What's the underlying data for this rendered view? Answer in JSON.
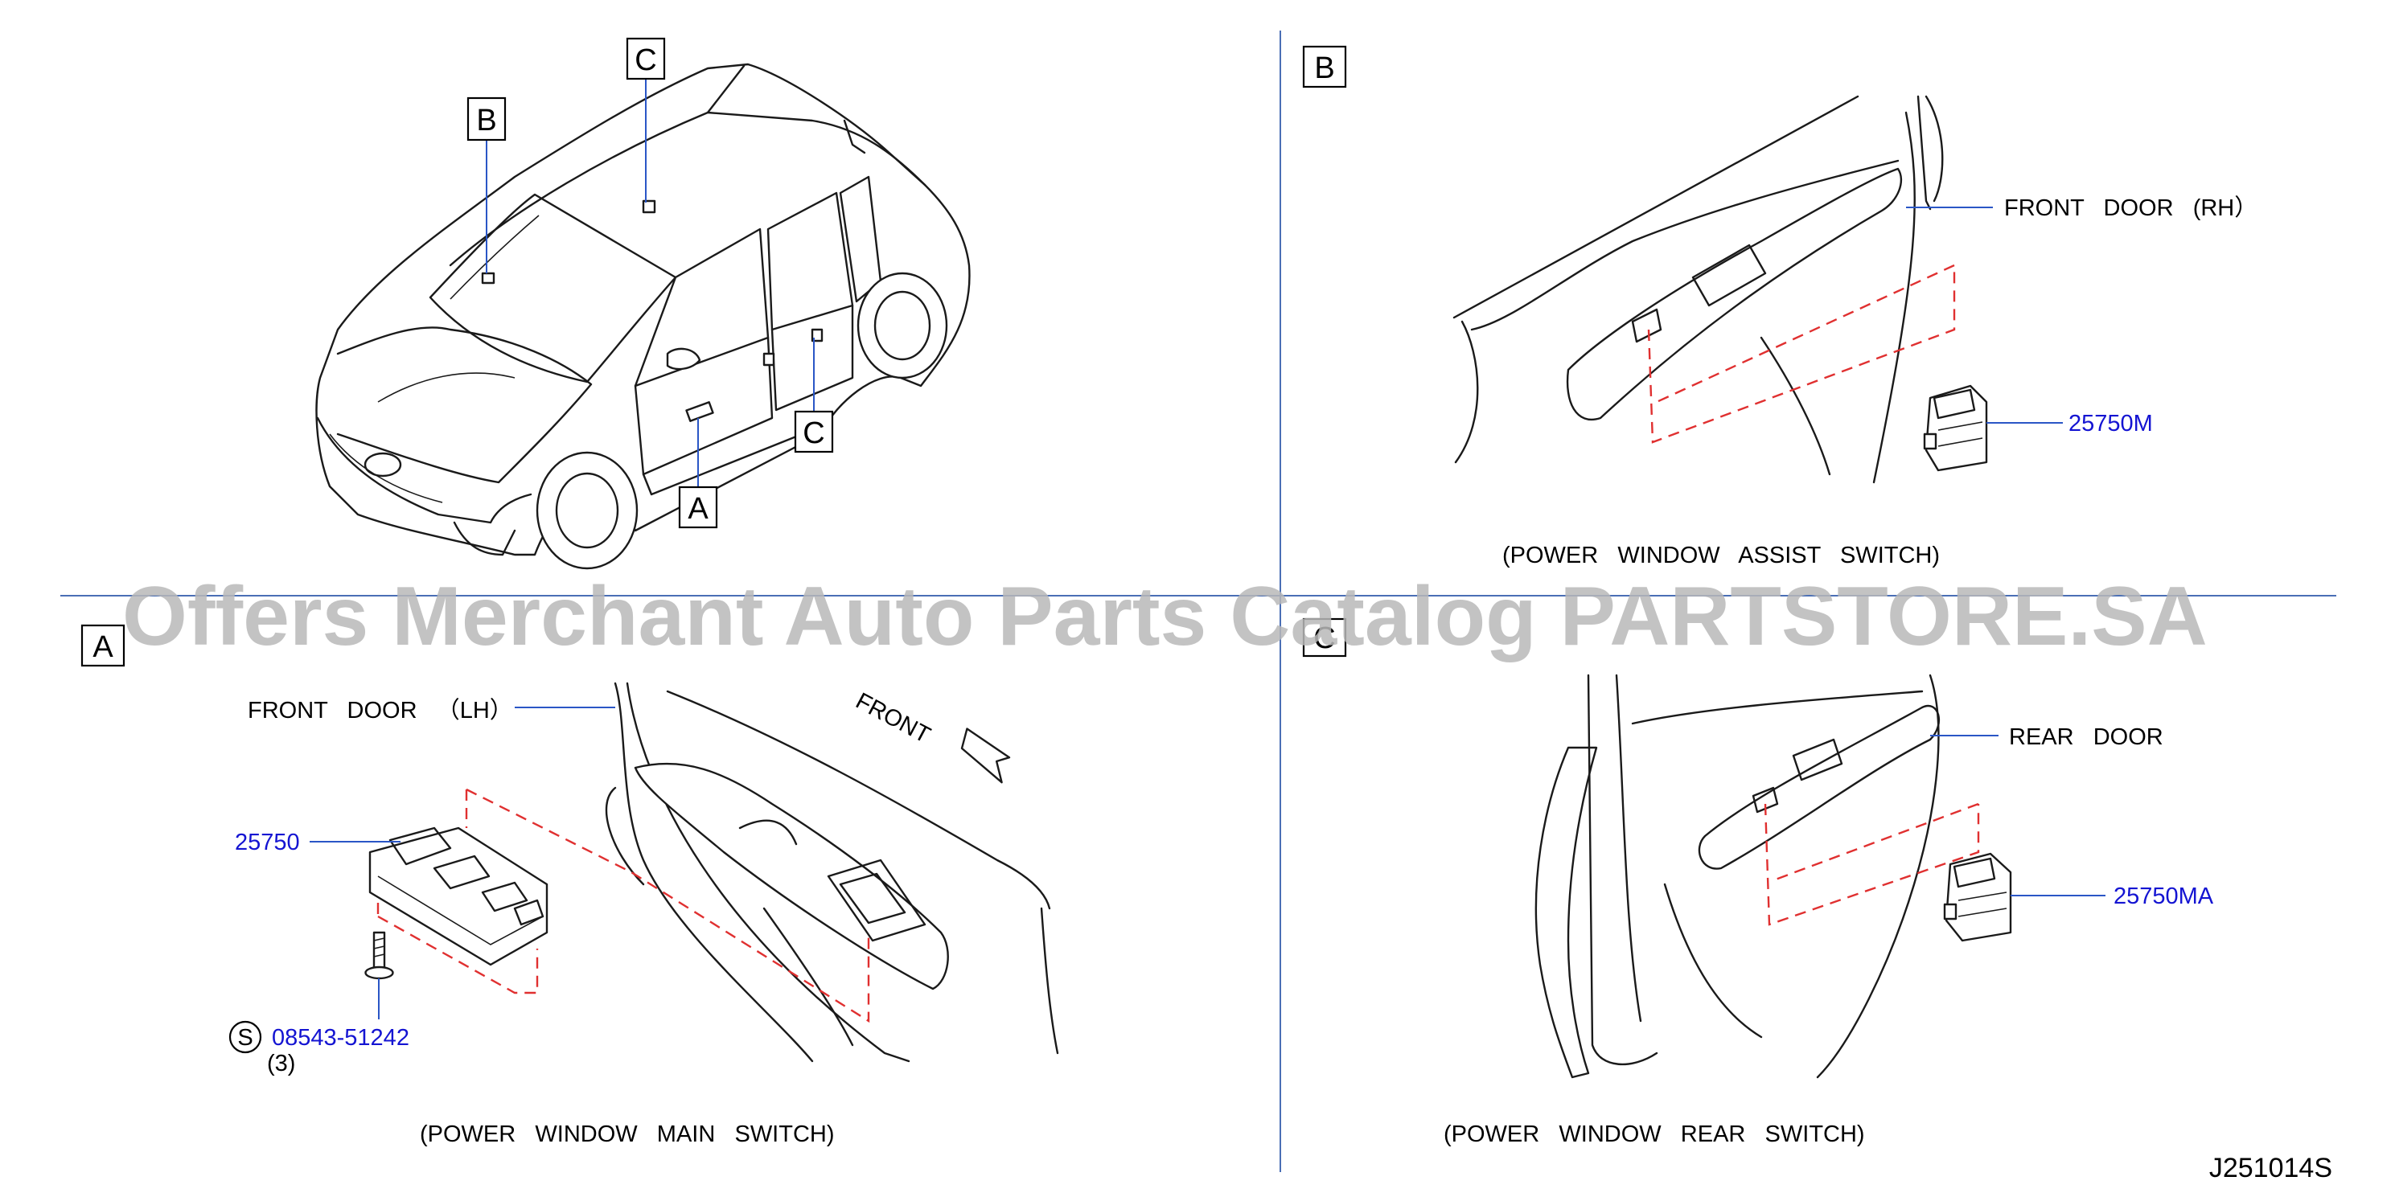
{
  "watermark": "Offers Merchant Auto Parts Catalog PARTSTORE.SA",
  "diagram_code": "J251014S",
  "overview": {
    "callouts": [
      "B",
      "C",
      "C",
      "A"
    ]
  },
  "panel_b": {
    "letter": "B",
    "location_label": "FRONT   DOOR   (RH）",
    "part_number": "25750M",
    "caption": "(POWER   WINDOW   ASSIST   SWITCH)"
  },
  "panel_a": {
    "letter": "A",
    "location_label": "FRONT   DOOR   （LH）",
    "direction_label": "FRONT",
    "part_number": "25750",
    "screw_symbol": "S",
    "screw_part_number": "08543-51242",
    "screw_qty": "(3)",
    "caption": "(POWER   WINDOW   MAIN   SWITCH)"
  },
  "panel_c": {
    "letter": "C",
    "location_label": "REAR   DOOR",
    "part_number": "25750MA",
    "caption": "(POWER   WINDOW   REAR   SWITCH)"
  }
}
